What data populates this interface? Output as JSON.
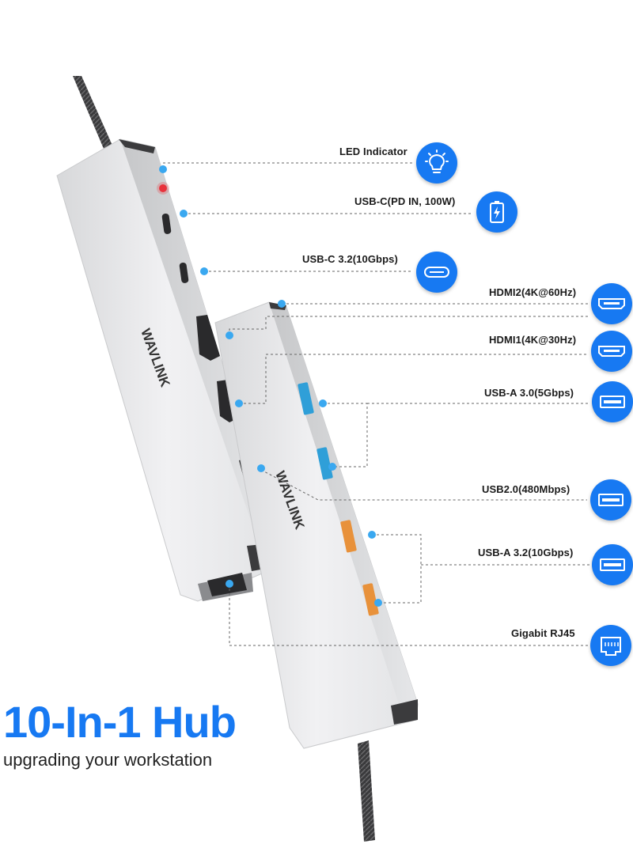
{
  "brand": "WAVLINK",
  "callouts": [
    {
      "label": "LED Indicator",
      "icon": "lightbulb-icon"
    },
    {
      "label": "USB-C(PD IN, 100W)",
      "icon": "battery-charging-icon"
    },
    {
      "label": "USB-C 3.2(10Gbps)",
      "icon": "usb-c-port-icon"
    },
    {
      "label": "HDMI2(4K@60Hz)",
      "icon": "hdmi-port-icon"
    },
    {
      "label": "HDMI1(4K@30Hz)",
      "icon": "hdmi-port-icon"
    },
    {
      "label": "USB-A 3.0(5Gbps)",
      "icon": "usb-a-port-icon"
    },
    {
      "label": "USB2.0(480Mbps)",
      "icon": "usb-a-port-icon"
    },
    {
      "label": "USB-A 3.2(10Gbps)",
      "icon": "usb-a-port-icon"
    },
    {
      "label": "Gigabit RJ45",
      "icon": "ethernet-port-icon"
    }
  ],
  "headline": "10-In-1 Hub",
  "subheadline": "upgrading your workstation",
  "colors": {
    "accent": "#1779f2",
    "dot": "#3aa8f0",
    "usb3_port": "#2f9fd8",
    "usb32_port": "#e8913a",
    "led": "#e8323c",
    "body": "#e9e9eb"
  }
}
